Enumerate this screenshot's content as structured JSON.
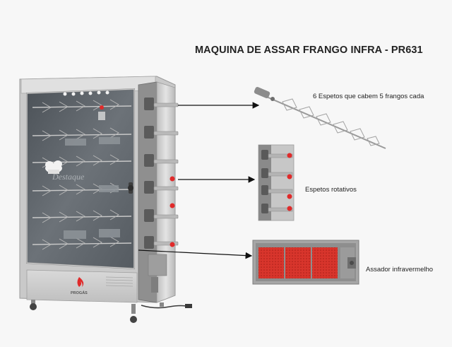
{
  "title": "MAQUINA DE ASSAR FRANGO INFRA - PR631",
  "callouts": {
    "skewers": "6 Espetos que cabem 5 frangos cada",
    "rotating": "Espetos rotativos",
    "infrared": "Assador infravermelho"
  },
  "machine": {
    "door_watermark": "Destaque",
    "brand_label": "PROGÁS"
  },
  "colors": {
    "frame": "#cfcfcf",
    "glass": "#5a6066",
    "burner": "#d8352c",
    "accent_red": "#e02a2a"
  }
}
